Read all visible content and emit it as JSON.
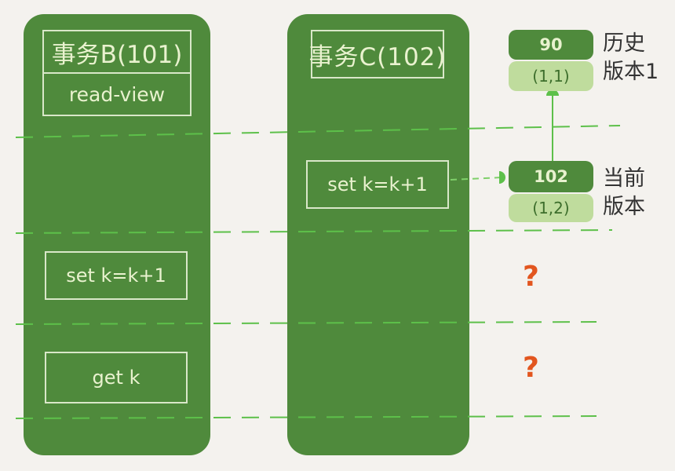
{
  "transaction_b": {
    "title": "事务B(101)",
    "read_view": "read-view",
    "step_update": "set k=k+1",
    "step_read": "get k"
  },
  "transaction_c": {
    "title": "事务C(102)",
    "step_update": "set k=k+1"
  },
  "versions": {
    "history": {
      "value": "90",
      "trx": "(1,1)",
      "label_line1": "历史",
      "label_line2": "版本1"
    },
    "current": {
      "value": "102",
      "trx": "(1,2)",
      "label_line1": "当前",
      "label_line2": "版本"
    }
  },
  "unknown_marks": [
    "?",
    "?"
  ],
  "colors": {
    "background": "#f4f2ee",
    "column": "#4f8a3c",
    "text_on_column": "#e9f2cf",
    "dash": "#5dc04a",
    "light_pill": "#bfdc9d",
    "question": "#e2561f"
  }
}
